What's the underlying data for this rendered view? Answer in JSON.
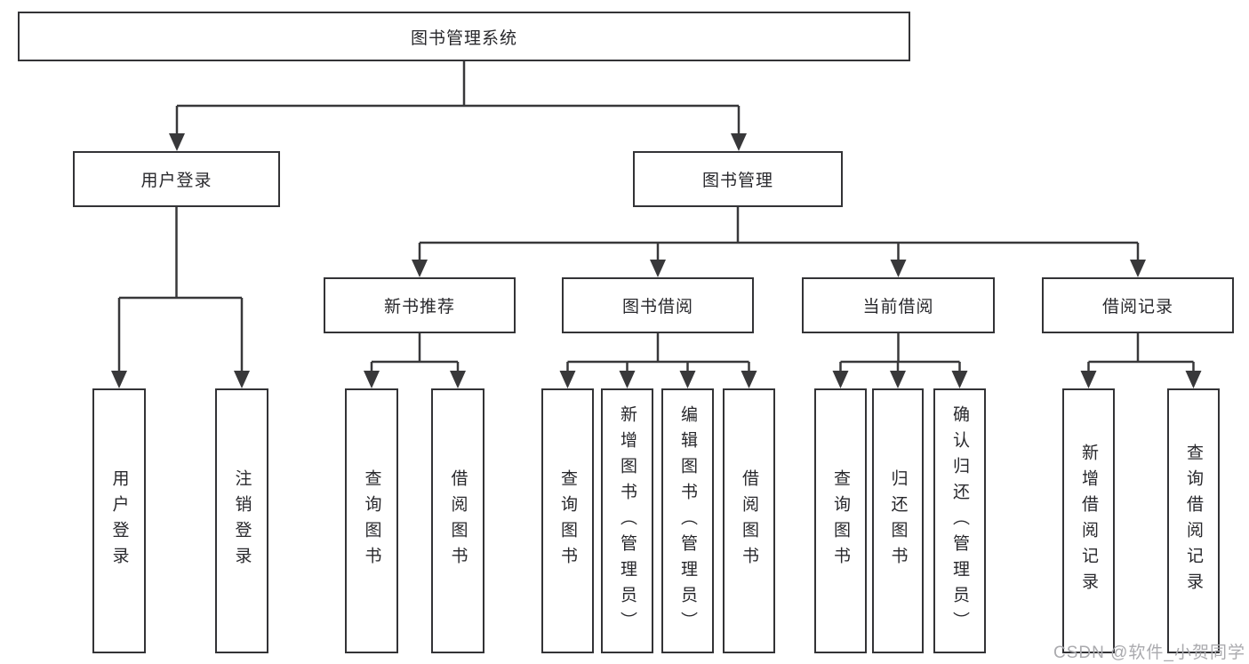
{
  "tree": {
    "label": "图书管理系统",
    "children": [
      {
        "label": "用户登录",
        "children": [
          {
            "label": "用户登录"
          },
          {
            "label": "注销登录"
          }
        ]
      },
      {
        "label": "图书管理",
        "children": [
          {
            "label": "新书推荐",
            "children": [
              {
                "label": "查询图书"
              },
              {
                "label": "借阅图书"
              }
            ]
          },
          {
            "label": "图书借阅",
            "children": [
              {
                "label": "查询图书"
              },
              {
                "label": "新增图书（管理员）"
              },
              {
                "label": "编辑图书（管理员）"
              },
              {
                "label": "借阅图书"
              }
            ]
          },
          {
            "label": "当前借阅",
            "children": [
              {
                "label": "查询图书"
              },
              {
                "label": "归还图书"
              },
              {
                "label": "确认归还（管理员）"
              }
            ]
          },
          {
            "label": "借阅记录",
            "children": [
              {
                "label": "新增借阅记录"
              },
              {
                "label": "查询借阅记录"
              }
            ]
          }
        ]
      }
    ]
  },
  "watermark": {
    "text": "CSDN @软件_小贺同学"
  },
  "colors": {
    "line": "#38383a",
    "border": "#333336",
    "text": "#28282c",
    "watermark": "#aaaaae",
    "background": "#ffffff"
  }
}
